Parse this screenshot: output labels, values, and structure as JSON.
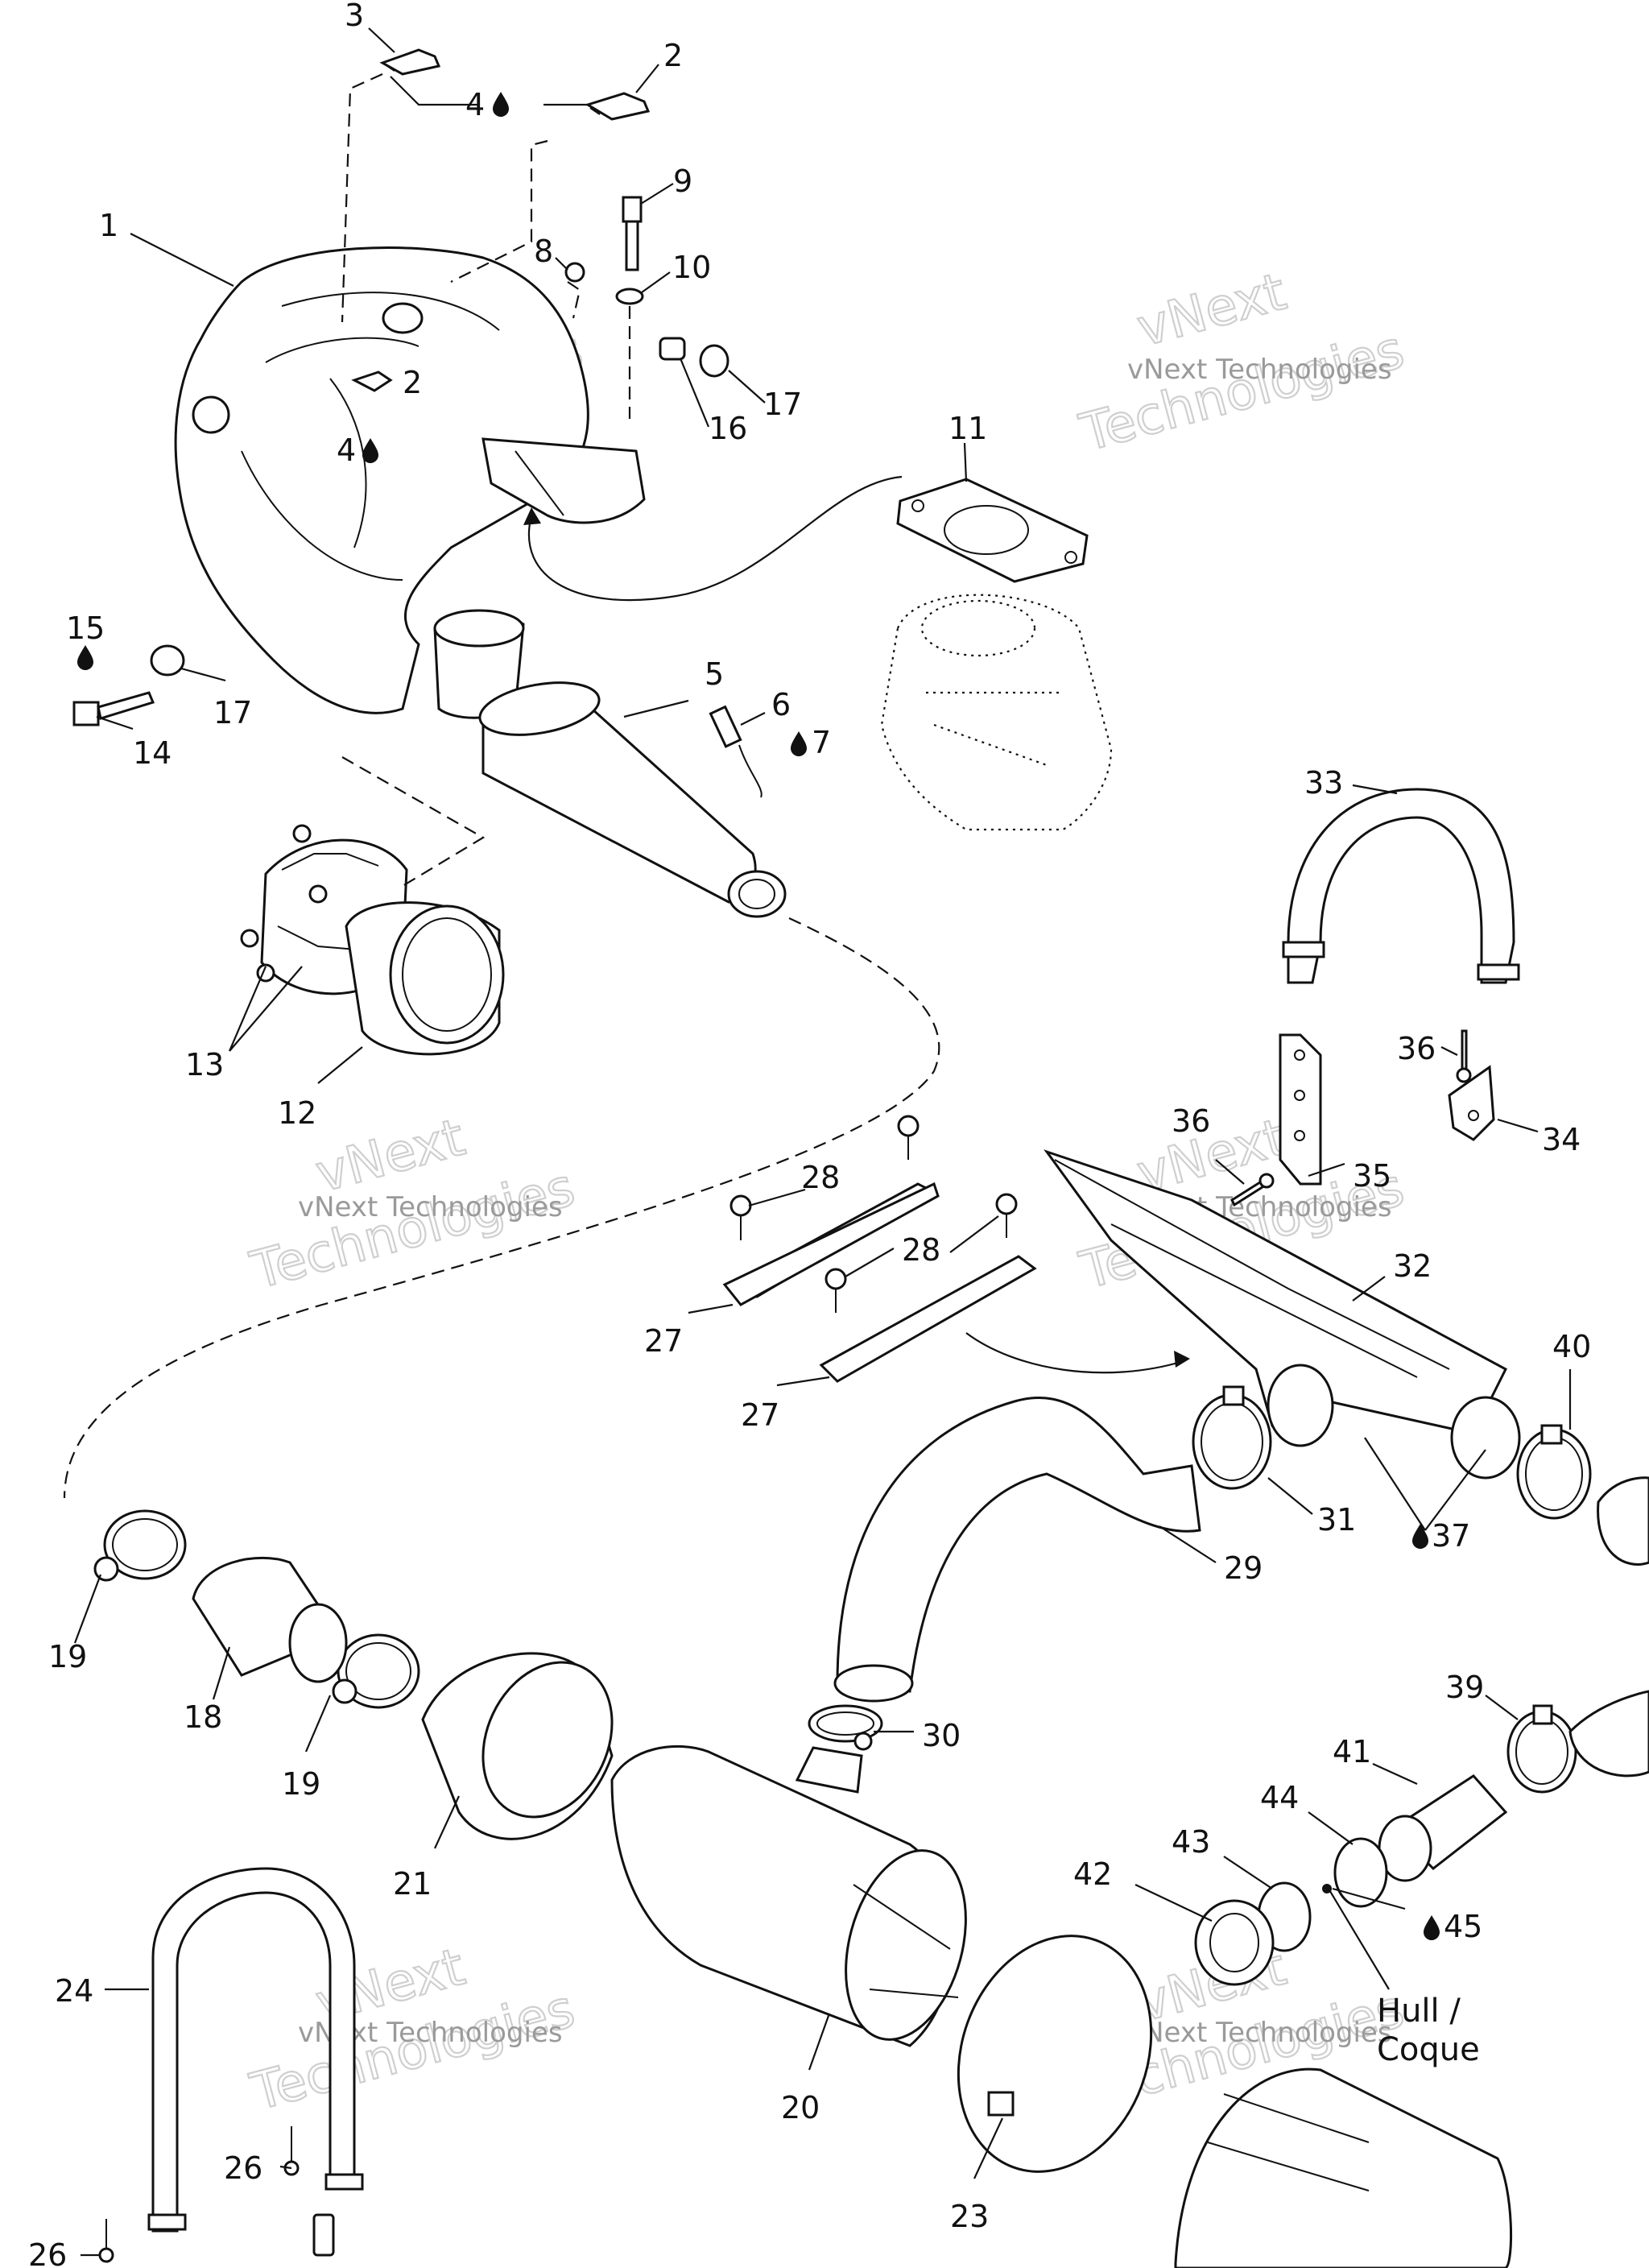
{
  "callouts": [
    {
      "id": "c3",
      "text": "3"
    },
    {
      "id": "c2a",
      "text": "2"
    },
    {
      "id": "c4a",
      "text": "4"
    },
    {
      "id": "c1",
      "text": "1"
    },
    {
      "id": "c9",
      "text": "9"
    },
    {
      "id": "c8",
      "text": "8"
    },
    {
      "id": "c10",
      "text": "10"
    },
    {
      "id": "c2b",
      "text": "2"
    },
    {
      "id": "c4b",
      "text": "4"
    },
    {
      "id": "c17a",
      "text": "17"
    },
    {
      "id": "c16",
      "text": "16"
    },
    {
      "id": "c11",
      "text": "11"
    },
    {
      "id": "c15",
      "text": "15"
    },
    {
      "id": "c17b",
      "text": "17"
    },
    {
      "id": "c14",
      "text": "14"
    },
    {
      "id": "c5",
      "text": "5"
    },
    {
      "id": "c6",
      "text": "6"
    },
    {
      "id": "c7",
      "text": "7"
    },
    {
      "id": "c13",
      "text": "13"
    },
    {
      "id": "c12",
      "text": "12"
    },
    {
      "id": "c33",
      "text": "33"
    },
    {
      "id": "c36a",
      "text": "36"
    },
    {
      "id": "c34",
      "text": "34"
    },
    {
      "id": "c36b",
      "text": "36"
    },
    {
      "id": "c35",
      "text": "35"
    },
    {
      "id": "c28a",
      "text": "28"
    },
    {
      "id": "c28b",
      "text": "28"
    },
    {
      "id": "c27a",
      "text": "27"
    },
    {
      "id": "c27b",
      "text": "27"
    },
    {
      "id": "c32",
      "text": "32"
    },
    {
      "id": "c40",
      "text": "40"
    },
    {
      "id": "c31",
      "text": "31"
    },
    {
      "id": "c37",
      "text": "37"
    },
    {
      "id": "c29",
      "text": "29"
    },
    {
      "id": "c19a",
      "text": "19"
    },
    {
      "id": "c18",
      "text": "18"
    },
    {
      "id": "c19b",
      "text": "19"
    },
    {
      "id": "c30",
      "text": "30"
    },
    {
      "id": "c39",
      "text": "39"
    },
    {
      "id": "c41",
      "text": "41"
    },
    {
      "id": "c44",
      "text": "44"
    },
    {
      "id": "c43",
      "text": "43"
    },
    {
      "id": "c42",
      "text": "42"
    },
    {
      "id": "c45",
      "text": "45"
    },
    {
      "id": "c21",
      "text": "21"
    },
    {
      "id": "c20",
      "text": "20"
    },
    {
      "id": "c23",
      "text": "23"
    },
    {
      "id": "c24",
      "text": "24"
    },
    {
      "id": "c26a",
      "text": "26"
    },
    {
      "id": "c26b",
      "text": "26"
    }
  ],
  "hull_label": {
    "line1": "Hull /",
    "line2": "Coque"
  },
  "watermark": {
    "company": "vNext Technologies",
    "word1": "vNext",
    "word2": "Technologies"
  },
  "icons": {
    "sealant": "drop-icon"
  }
}
